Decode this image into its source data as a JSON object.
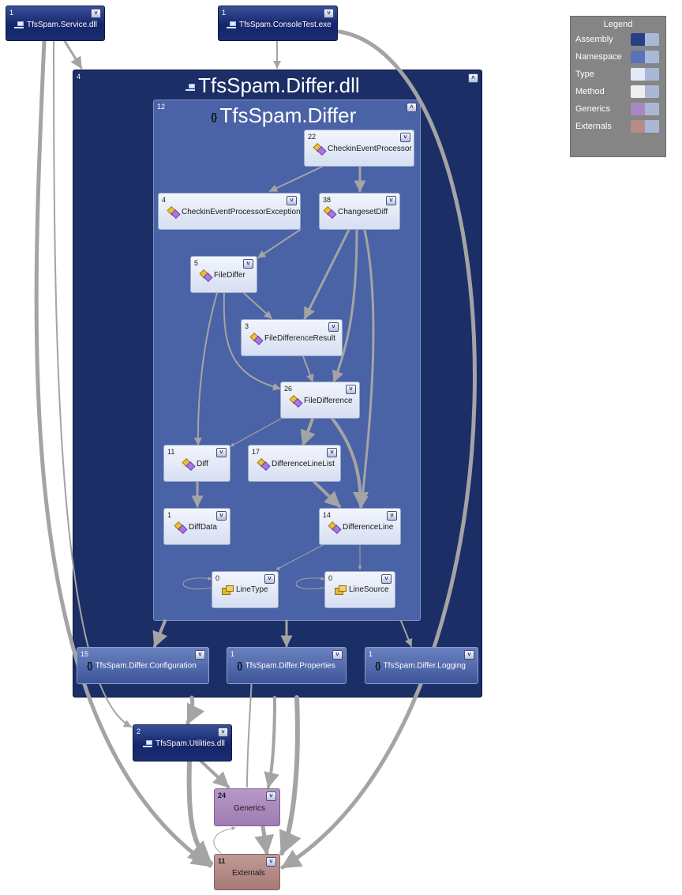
{
  "diagram": {
    "assemblies": {
      "service": {
        "count": "1",
        "label": "TfsSpam.Service.dll"
      },
      "console": {
        "count": "1",
        "label": "TfsSpam.ConsoleTest.exe"
      },
      "differ": {
        "count": "4",
        "label": "TfsSpam.Differ.dll"
      },
      "utilities": {
        "count": "2",
        "label": "TfsSpam.Utilities.dll"
      }
    },
    "namespaces": {
      "differ": {
        "count": "12",
        "label": "TfsSpam.Differ"
      },
      "configuration": {
        "count": "15",
        "label": "TfsSpam.Differ.Configuration"
      },
      "properties": {
        "count": "1",
        "label": "TfsSpam.Differ.Properties"
      },
      "logging": {
        "count": "1",
        "label": "TfsSpam.Differ.Logging"
      }
    },
    "types": {
      "checkin_event_processor": {
        "count": "22",
        "label": "CheckinEventProcessor"
      },
      "checkin_event_processor_exception": {
        "count": "4",
        "label": "CheckinEventProcessorException"
      },
      "changeset_diff": {
        "count": "38",
        "label": "ChangesetDiff"
      },
      "file_differ": {
        "count": "5",
        "label": "FileDiffer"
      },
      "file_difference_result": {
        "count": "3",
        "label": "FileDifferenceResult"
      },
      "file_difference": {
        "count": "26",
        "label": "FileDifference"
      },
      "diff": {
        "count": "11",
        "label": "Diff"
      },
      "difference_line_list": {
        "count": "17",
        "label": "DifferenceLineList"
      },
      "diff_data": {
        "count": "1",
        "label": "DiffData"
      },
      "difference_line": {
        "count": "14",
        "label": "DifferenceLine"
      },
      "line_type": {
        "count": "0",
        "label": "LineType"
      },
      "line_source": {
        "count": "0",
        "label": "LineSource"
      }
    },
    "generics": {
      "count": "24",
      "label": "Generics"
    },
    "externals": {
      "count": "11",
      "label": "Externals"
    }
  },
  "legend": {
    "title": "Legend",
    "items": [
      {
        "label": "Assembly",
        "color_left": "#2a3f84",
        "color_right": "#a9b8d6"
      },
      {
        "label": "Namespace",
        "color_left": "#5a73b8",
        "color_right": "#a9b8d6"
      },
      {
        "label": "Type",
        "color_left": "#e3e9f7",
        "color_right": "#a9b8d6"
      },
      {
        "label": "Method",
        "color_left": "#eeeeee",
        "color_right": "#a9b8d6"
      },
      {
        "label": "Generics",
        "color_left": "#a988bf",
        "color_right": "#a9b8d6"
      },
      {
        "label": "Externals",
        "color_left": "#b58c88",
        "color_right": "#a9b8d6"
      }
    ]
  },
  "colors": {
    "edge": "#a4a4a4",
    "assembly": "#1b2e66",
    "namespace": "#4a62a6",
    "type": "#e3e9f7",
    "generics": "#a988bf",
    "externals": "#a67a76"
  }
}
